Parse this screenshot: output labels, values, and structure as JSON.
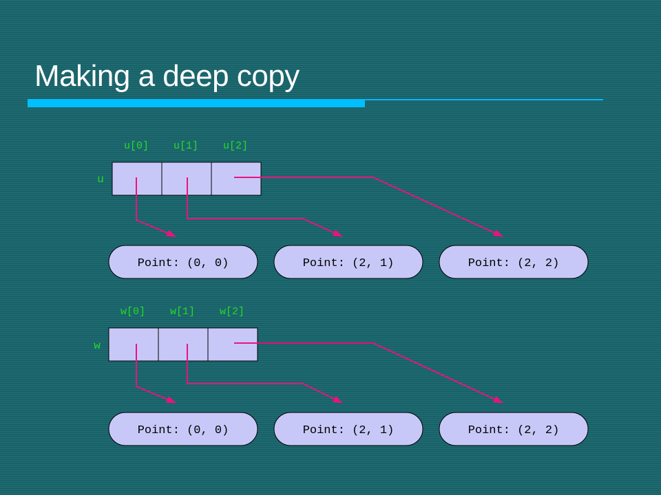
{
  "title": "Making a deep copy",
  "colors": {
    "background": "#1f6b72",
    "title_bar": "#00bfff",
    "label_green": "#22dd22",
    "cell_fill": "#c8c8f8",
    "arrow_magenta": "#e8147c"
  },
  "arrays": [
    {
      "name": "u",
      "indices": [
        "u[0]",
        "u[1]",
        "u[2]"
      ],
      "points": [
        "Point: (0, 0)",
        "Point: (2, 1)",
        "Point: (2, 2)"
      ]
    },
    {
      "name": "w",
      "indices": [
        "w[0]",
        "w[1]",
        "w[2]"
      ],
      "points": [
        "Point: (0, 0)",
        "Point: (2, 1)",
        "Point: (2, 2)"
      ]
    }
  ]
}
